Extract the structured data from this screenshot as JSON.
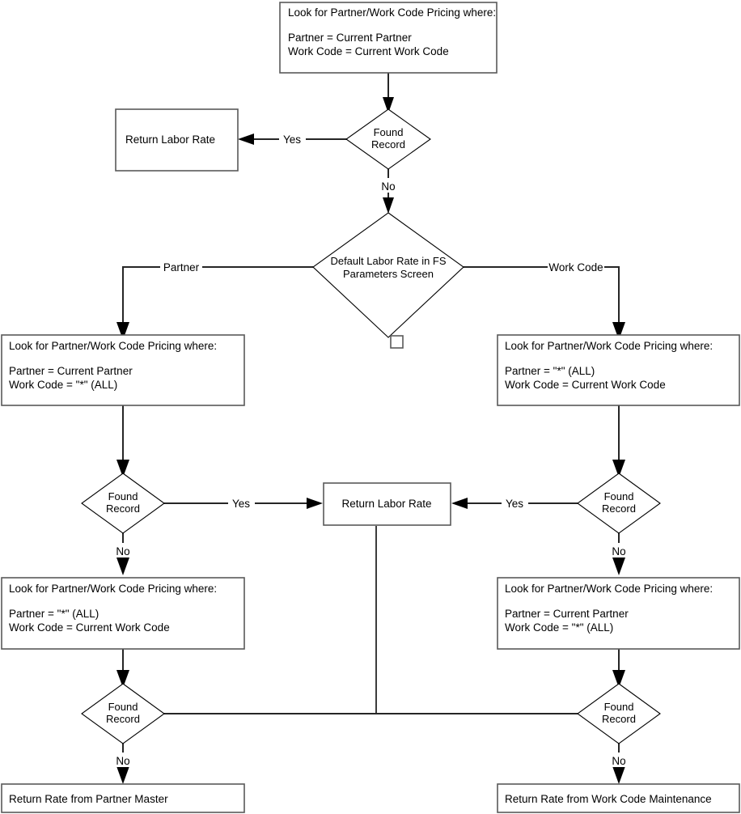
{
  "diagram": {
    "title": "Labor Rate Lookup Flowchart",
    "background": "#ffffff",
    "box_border_color": "#595959",
    "diamond_border_color": "#000000",
    "connector_color": "#262626",
    "text_color": "#000000"
  },
  "nodes": {
    "start_lookup": {
      "type": "process",
      "line1": "Look for Partner/Work Code Pricing where:",
      "line2": "",
      "line3": "Partner = Current Partner",
      "line4": "Work Code = Current Work Code"
    },
    "found_record_top": {
      "type": "decision",
      "line1": "Found",
      "line2": "Record"
    },
    "return_labor_rate_top": {
      "type": "process",
      "line1": "Return Labor Rate"
    },
    "default_labor_rate": {
      "type": "decision",
      "line1": "Default Labor Rate in FS",
      "line2": "Parameters Screen"
    },
    "connector_square": {
      "type": "small-square"
    },
    "left_lookup_upper": {
      "type": "process",
      "line1": "Look for Partner/Work Code Pricing where:",
      "line2": "",
      "line3": "Partner = Current Partner",
      "line4": "Work Code = \"*\" (ALL)"
    },
    "right_lookup_upper": {
      "type": "process",
      "line1": "Look for Partner/Work Code Pricing where:",
      "line2": "",
      "line3": "Partner = \"*\" (ALL)",
      "line4": "Work Code = Current Work Code"
    },
    "found_record_left_mid": {
      "type": "decision",
      "line1": "Found",
      "line2": "Record"
    },
    "found_record_right_mid": {
      "type": "decision",
      "line1": "Found",
      "line2": "Record"
    },
    "return_labor_rate_mid": {
      "type": "process",
      "line1": "Return Labor Rate"
    },
    "left_lookup_lower": {
      "type": "process",
      "line1": "Look for Partner/Work Code Pricing where:",
      "line2": "",
      "line3": "Partner = \"*\" (ALL)",
      "line4": "Work Code = Current Work Code"
    },
    "right_lookup_lower": {
      "type": "process",
      "line1": "Look for Partner/Work Code Pricing where:",
      "line2": "",
      "line3": "Partner = Current Partner",
      "line4": "Work Code = \"*\" (ALL)"
    },
    "found_record_left_bottom": {
      "type": "decision",
      "line1": "Found",
      "line2": "Record"
    },
    "found_record_right_bottom": {
      "type": "decision",
      "line1": "Found",
      "line2": "Record"
    },
    "return_rate_partner_master": {
      "type": "process",
      "line1": "Return Rate from Partner Master"
    },
    "return_rate_work_code": {
      "type": "process",
      "line1": "Return Rate from Work Code Maintenance"
    }
  },
  "edge_labels": {
    "top_yes": "Yes",
    "top_no": "No",
    "branch_partner": "Partner",
    "branch_work_code": "Work Code",
    "left_mid_yes": "Yes",
    "left_mid_no": "No",
    "right_mid_yes": "Yes",
    "right_mid_no": "No",
    "left_bottom_no": "No",
    "right_bottom_no": "No"
  }
}
